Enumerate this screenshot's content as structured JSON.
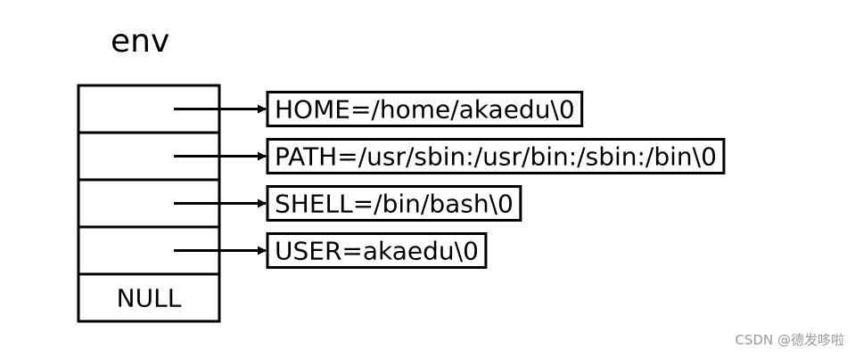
{
  "title": "env",
  "array": {
    "cells": [
      {
        "label": "",
        "points_to": 0
      },
      {
        "label": "",
        "points_to": 1
      },
      {
        "label": "",
        "points_to": 2
      },
      {
        "label": "",
        "points_to": 3
      },
      {
        "label": "NULL",
        "points_to": null
      }
    ]
  },
  "strings": [
    "HOME=/home/akaedu\\0",
    "PATH=/usr/sbin:/usr/bin:/sbin:/bin\\0",
    "SHELL=/bin/bash\\0",
    "USER=akaedu\\0"
  ],
  "colors": {
    "stroke": "#000000",
    "background": "#ffffff",
    "watermark": "#999999"
  },
  "watermark": "CSDN @德发哆啦"
}
